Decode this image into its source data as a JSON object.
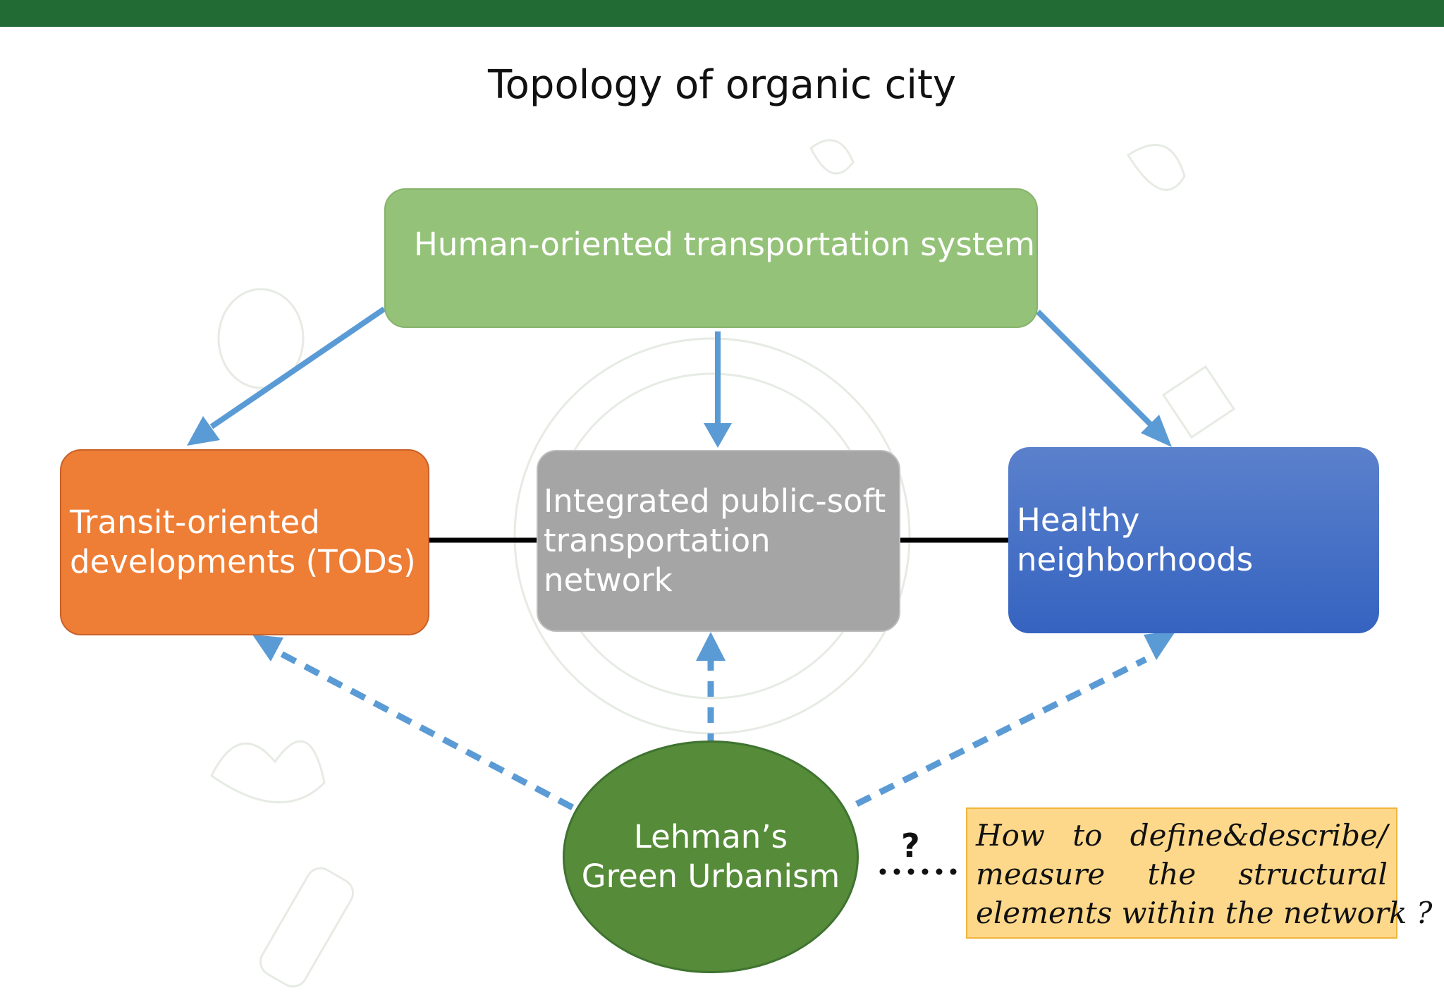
{
  "title": "Topology of organic city",
  "nodes": {
    "top": "Human-oriented transportation system",
    "tod": [
      "Transit-oriented",
      "developments (TODs)"
    ],
    "network": [
      "Integrated public-soft",
      "transportation network"
    ],
    "healthy": "Healthy neighborhoods",
    "lehman": [
      "Lehman’s",
      "Green Urbanism"
    ]
  },
  "question_mark": "?",
  "question": [
    "How to define&describe/",
    "measure the structural",
    "elements within the network ?"
  ],
  "colors": {
    "header_bar": "#236b35",
    "top_box": "#94c279",
    "tod_box": "#ee7d35",
    "network_box": "#a5a5a5",
    "healthy_box": "#3563c0",
    "lehman_ellipse": "#568b39",
    "arrow": "#5b9bd5",
    "question_box": "#fed88a"
  }
}
